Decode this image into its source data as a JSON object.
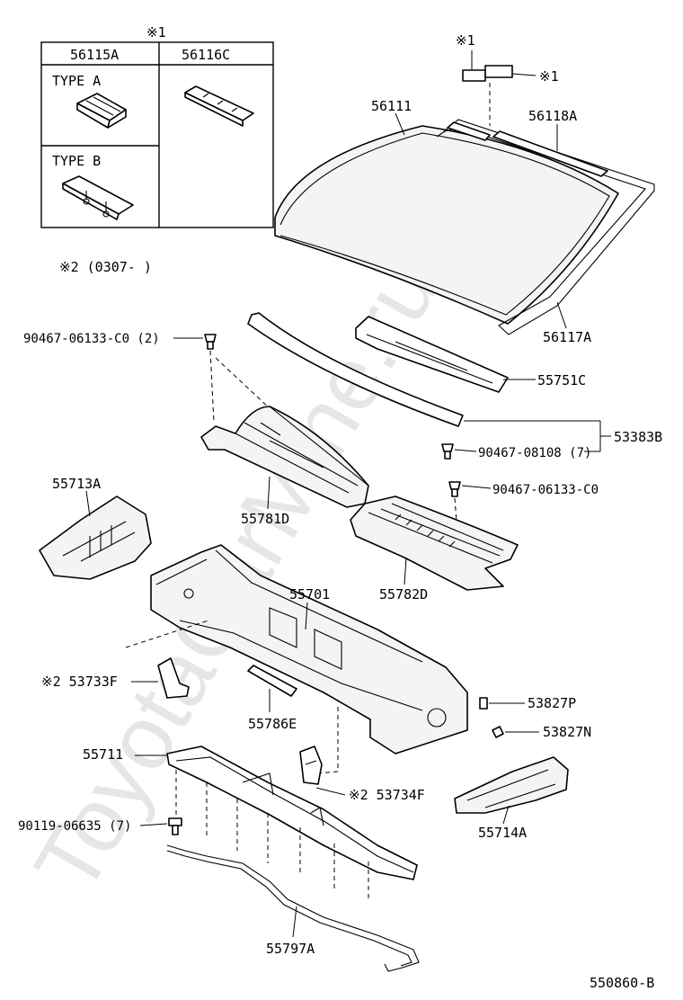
{
  "watermark": "ToyotaCarMine.ru",
  "legend": {
    "header_mark": "※1",
    "col1": "56115A",
    "col2": "56116C",
    "type_a": "TYPE  A",
    "type_b": "TYPE  B"
  },
  "note_mark2": "※2 (0307-      )",
  "parts": {
    "p56111": "56111",
    "p56118A": "56118A",
    "p56117A": "56117A",
    "mark1_top": "※1",
    "mark1_right": "※1",
    "p90467_06133_C0_2": "90467-06133-C0 (2)",
    "p55751C": "55751C",
    "p53383B": "53383B",
    "p90467_08108_7": "90467-08108 (7)",
    "p90467_06133_C0": "90467-06133-C0",
    "p55713A": "55713A",
    "p55781D": "55781D",
    "p55782D": "55782D",
    "p55701": "55701",
    "p53733F": "※2  53733F",
    "p55786E": "55786E",
    "p53827P": "53827P",
    "p53827N": "53827N",
    "p55711": "55711",
    "p53734F": "※2  53734F",
    "p90119_06635_7": "90119-06635 (7)",
    "p55714A": "55714A",
    "p55797A": "55797A"
  },
  "diagram_code": "550860-B"
}
